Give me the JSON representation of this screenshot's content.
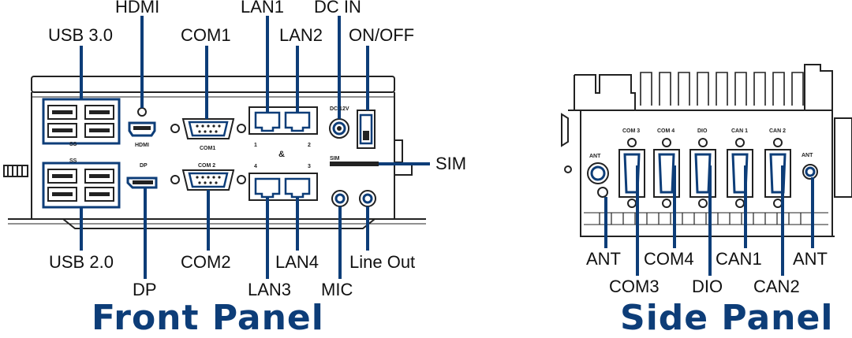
{
  "front_panel": {
    "title": "Front Panel",
    "labels": {
      "hdmi": "HDMI",
      "lan1": "LAN1",
      "dc_in": "DC IN",
      "usb30": "USB 3.0",
      "com1": "COM1",
      "lan2": "LAN2",
      "onoff": "ON/OFF",
      "sim": "SIM",
      "usb20": "USB 2.0",
      "com2": "COM2",
      "lan4": "LAN4",
      "mic": "MIC",
      "lineout": "Line Out",
      "dp": "DP",
      "lan3": "LAN3"
    },
    "silkscreen": {
      "hdmi": "HDMI",
      "com1": "COM1",
      "com2": "COM 2",
      "dp": "DP",
      "dc": "DC 12V",
      "sim": "SIM",
      "ss": "SS",
      "n1": "1",
      "n2": "2",
      "n3": "3",
      "n4": "4",
      "amp": "&"
    }
  },
  "side_panel": {
    "title": "Side Panel",
    "labels": {
      "ant_left": "ANT",
      "com4": "COM4",
      "can1": "CAN1",
      "ant_right": "ANT",
      "com3": "COM3",
      "dio": "DIO",
      "can2": "CAN2"
    },
    "silkscreen": {
      "com3": "COM 3",
      "com4": "COM 4",
      "dio": "DIO",
      "can1": "CAN 1",
      "can2": "CAN 2",
      "ant_left": "ANT",
      "ant_right": "ANT"
    }
  },
  "colors": {
    "leader": "#0d3d78",
    "title": "#0d3d78",
    "outline": "#222222"
  }
}
